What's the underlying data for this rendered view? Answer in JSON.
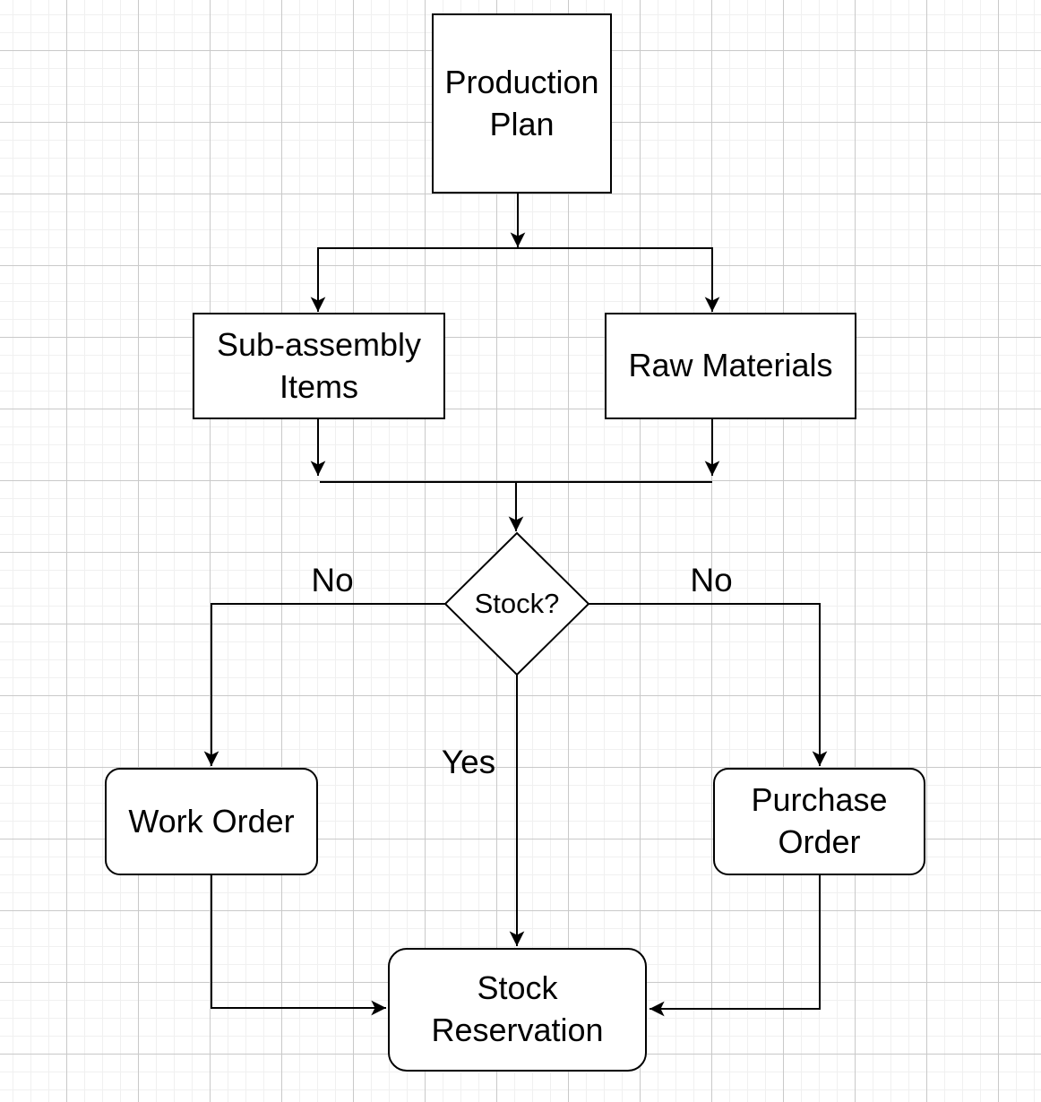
{
  "colors": {
    "stroke": "#000000",
    "node_fill": "#ffffff",
    "text": "#000000",
    "grid_minor": "#f0f0f0",
    "grid_major": "#c9c9c9",
    "background": "#ffffff"
  },
  "nodes": {
    "production_plan": {
      "label": "Production Plan",
      "shape": "rectangle"
    },
    "sub_assembly": {
      "label": "Sub-assembly Items",
      "shape": "rectangle"
    },
    "raw_materials": {
      "label": "Raw Materials",
      "shape": "rectangle"
    },
    "stock_decision": {
      "label": "Stock?",
      "shape": "diamond"
    },
    "work_order": {
      "label": "Work Order",
      "shape": "rounded-rectangle"
    },
    "purchase_order": {
      "label": "Purchase Order",
      "shape": "rounded-rectangle"
    },
    "stock_reservation": {
      "label": "Stock Reservation",
      "shape": "rounded-rectangle"
    }
  },
  "edge_labels": {
    "no_left": "No",
    "no_right": "No",
    "yes": "Yes"
  },
  "edges": [
    {
      "from": "Production Plan",
      "to": "Sub-assembly Items",
      "label": ""
    },
    {
      "from": "Production Plan",
      "to": "Raw Materials",
      "label": ""
    },
    {
      "from": "Sub-assembly Items",
      "to": "Stock?",
      "label": ""
    },
    {
      "from": "Raw Materials",
      "to": "Stock?",
      "label": ""
    },
    {
      "from": "Stock?",
      "to": "Work Order",
      "label": "No"
    },
    {
      "from": "Stock?",
      "to": "Stock Reservation",
      "label": "Yes"
    },
    {
      "from": "Stock?",
      "to": "Purchase Order",
      "label": "No"
    },
    {
      "from": "Work Order",
      "to": "Stock Reservation",
      "label": ""
    },
    {
      "from": "Purchase Order",
      "to": "Stock Reservation",
      "label": ""
    }
  ]
}
